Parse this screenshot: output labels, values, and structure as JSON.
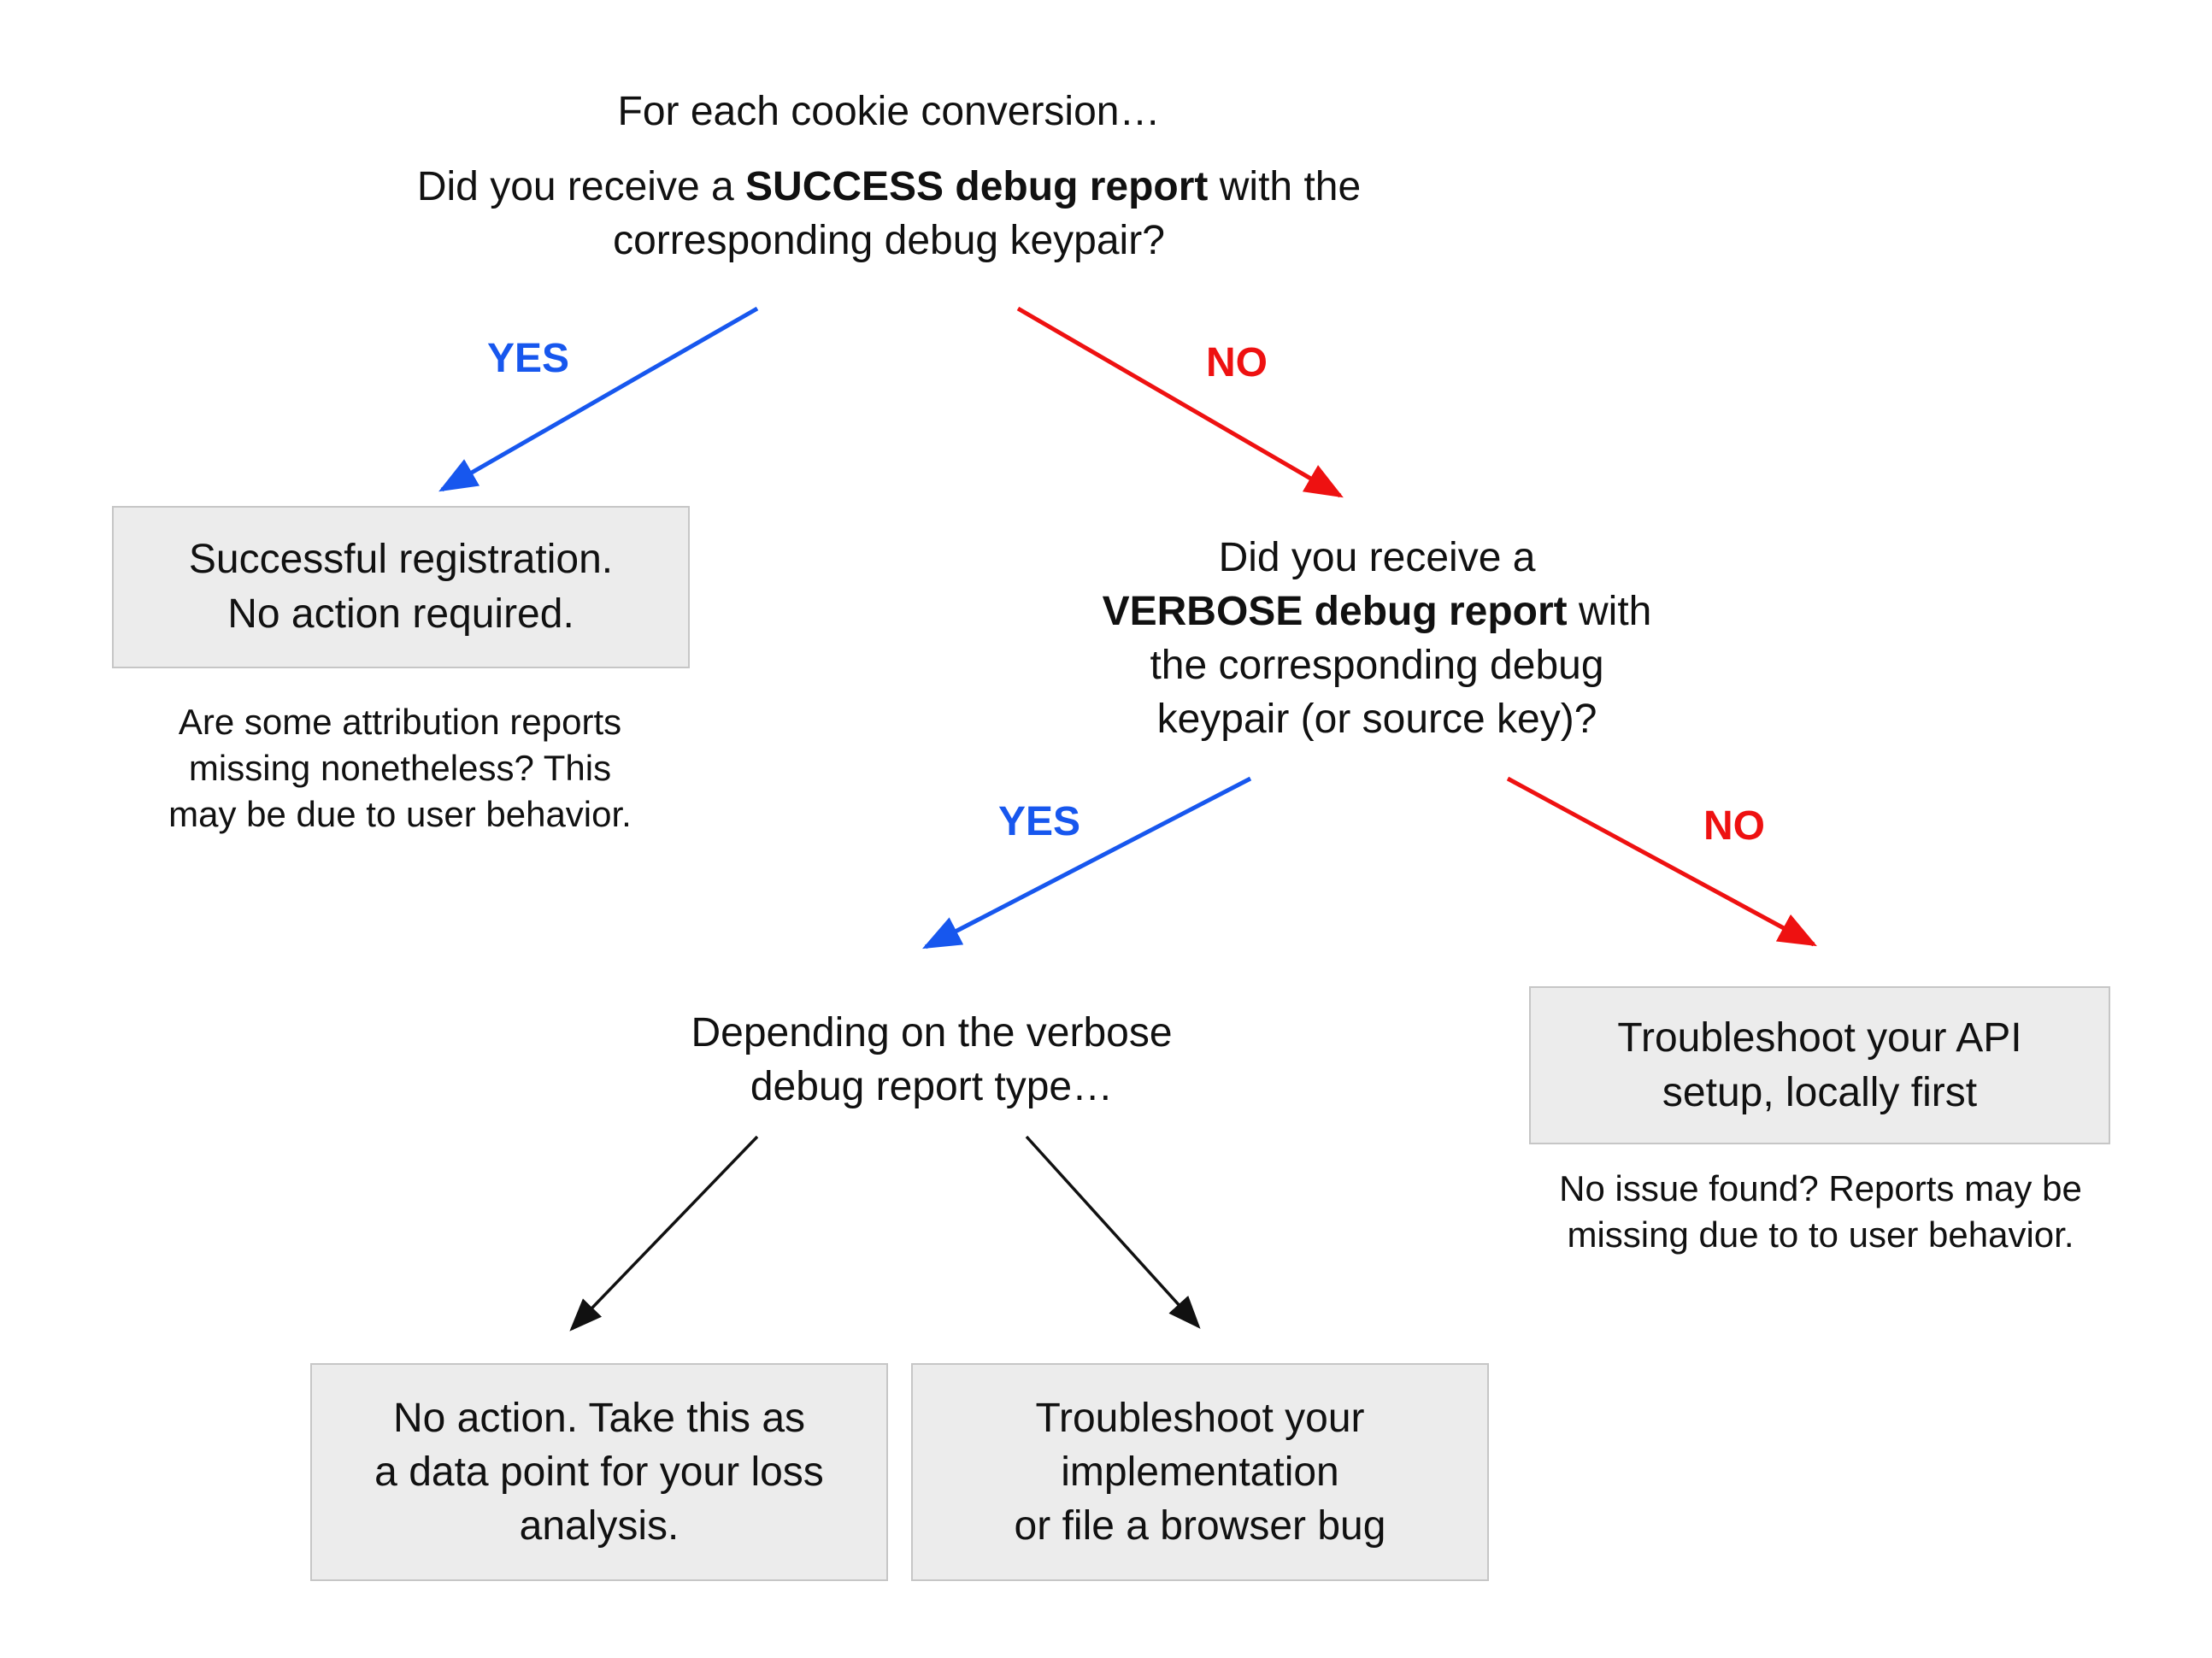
{
  "colors": {
    "yes_accent": "#1757ee",
    "no_accent": "#ee1111",
    "text": "#111111",
    "box_background": "#ececec",
    "box_border": "#c6c6c6"
  },
  "root_question": {
    "intro": "For each cookie conversion…",
    "lines": [
      "Did you receive a **SUCCESS debug report** with the",
      "corresponding debug keypair?"
    ]
  },
  "labels": {
    "yes1": "YES",
    "no1": "NO",
    "yes2": "YES",
    "no2": "NO"
  },
  "nodes": {
    "success_box": {
      "lines": [
        "Successful registration.",
        "No action required."
      ]
    },
    "success_note": {
      "lines": [
        "Are some attribution reports",
        "missing nonetheless? This",
        "may be due to user behavior."
      ]
    },
    "verbose_question": {
      "lines": [
        "Did you receive a",
        "**VERBOSE debug report** with",
        "the corresponding debug",
        "keypair (or source key)?"
      ]
    },
    "depending": {
      "lines": [
        "Depending on the verbose",
        "debug report type…"
      ]
    },
    "api_box": {
      "lines": [
        "Troubleshoot your API",
        "setup, locally first"
      ]
    },
    "api_note": {
      "lines": [
        "No issue found? Reports may be",
        "missing due to to user behavior."
      ]
    },
    "loss_box": {
      "lines": [
        "No action. Take this as",
        "a data point for your loss",
        "analysis."
      ]
    },
    "impl_box": {
      "lines": [
        "Troubleshoot your",
        "implementation",
        "or file a browser bug"
      ]
    }
  }
}
